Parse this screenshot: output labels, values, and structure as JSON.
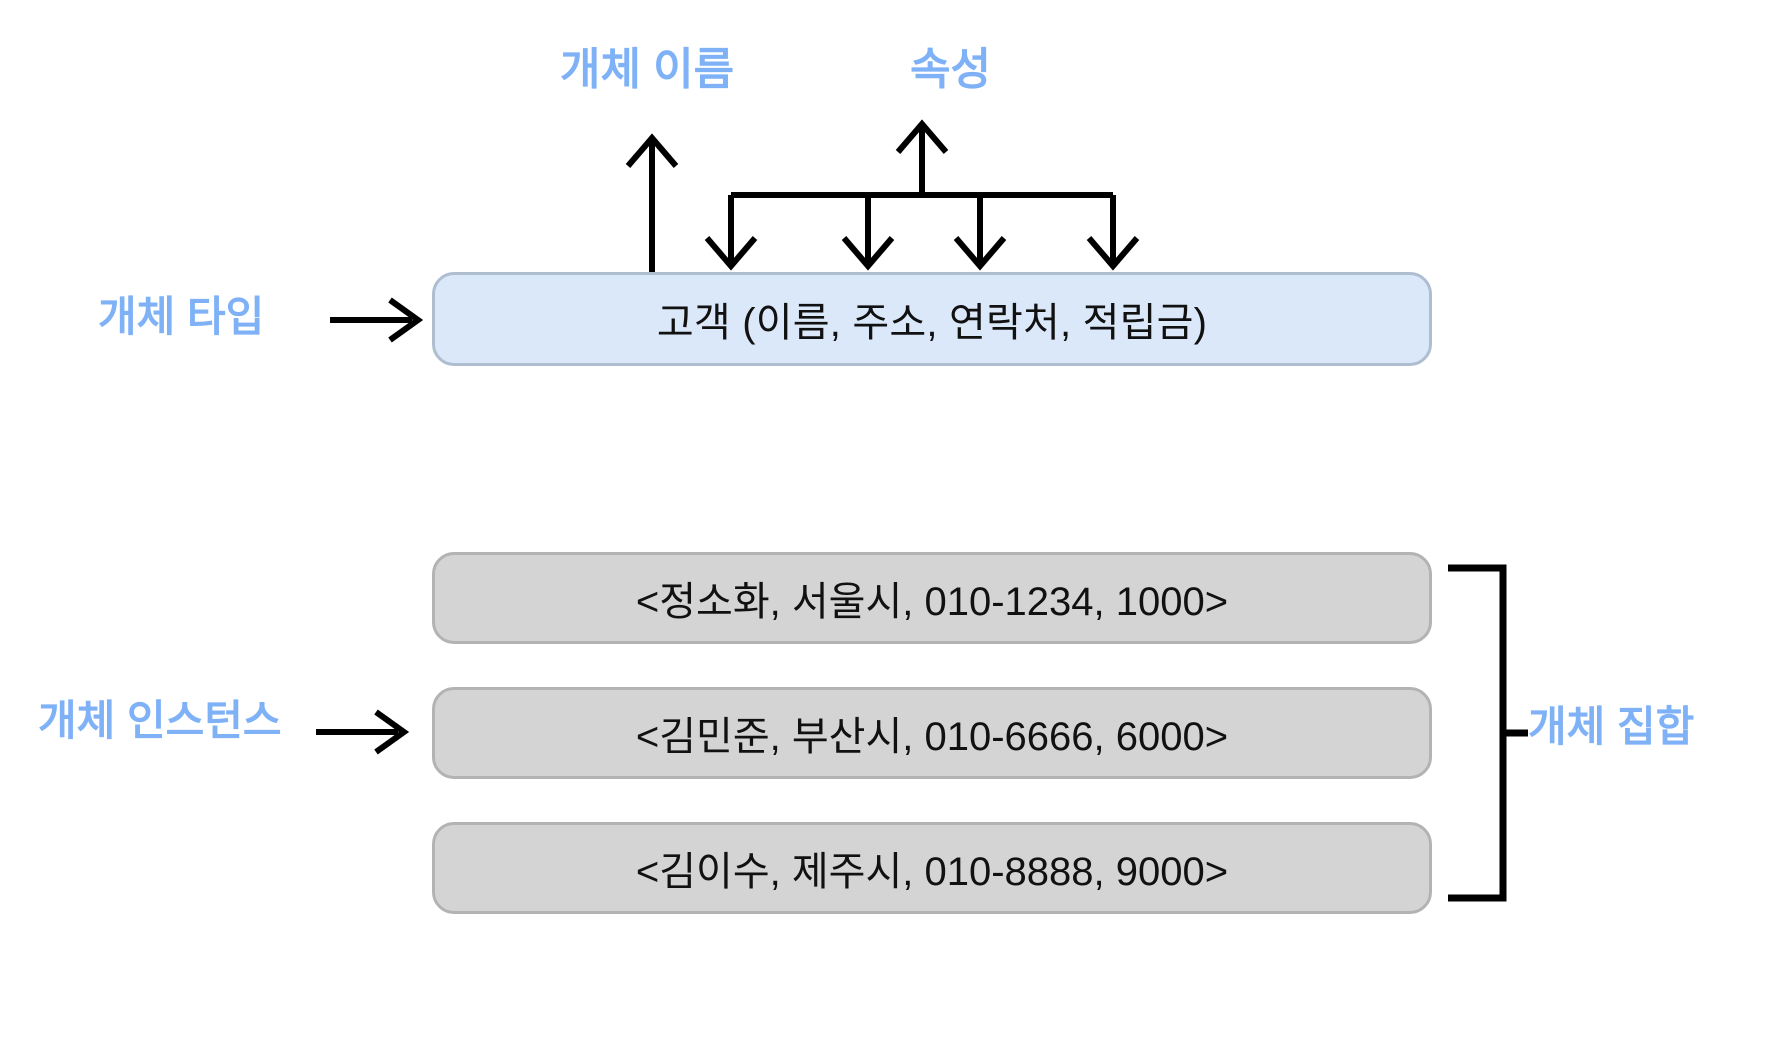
{
  "diagram": {
    "title_labels": {
      "entity_name": "개체 이름",
      "attribute": "속성",
      "entity_type": "개체 타입",
      "entity_instance": "개체 인스턴스",
      "entity_set": "개체 집합"
    },
    "entity_type_box": {
      "text": "고객 (이름, 주소, 연락처, 적립금)",
      "entity_name": "고객",
      "attributes": [
        "이름",
        "주소",
        "연락처",
        "적립금"
      ],
      "fill_color": "#dbe8fa",
      "border_color": "#aebdd0"
    },
    "instances": [
      {
        "text": "<정소화, 서울시, 010-1234, 1000>"
      },
      {
        "text": "<김민준, 부산시, 010-6666, 6000>"
      },
      {
        "text": "<김이수, 제주시, 010-8888, 9000>"
      }
    ],
    "instance_style": {
      "fill_color": "#d4d4d4",
      "border_color": "#b3b3b3"
    },
    "accent_color": "#7fb1f7",
    "line_color": "#000000",
    "icons": {
      "arrow_to_entity_type": "right-arrow-icon",
      "arrow_to_entity_instance": "right-arrow-icon",
      "entity_name_pointer": "up-arrow-icon",
      "attribute_pointer": "up-arrow-icon",
      "attribute_fanout": "down-arrow-icon",
      "entity_set_bracket": "bracket-icon"
    }
  }
}
